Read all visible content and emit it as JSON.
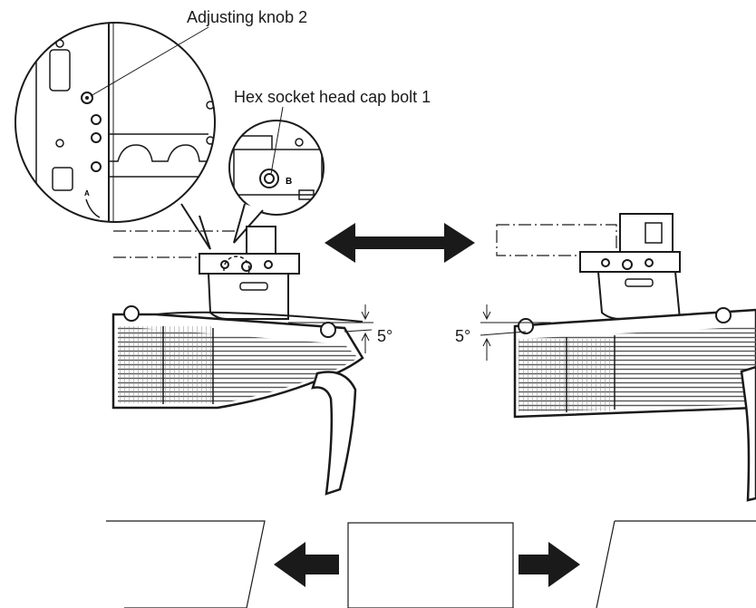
{
  "labels": {
    "adjusting_knob": "Adjusting knob 2",
    "hex_bolt": "Hex socket head cap bolt 1",
    "angle_left": "5°",
    "angle_right": "5°",
    "mark_a": "A",
    "mark_b": "B"
  },
  "colors": {
    "ink": "#1a1a1a",
    "body_fill": "#ffffff",
    "grille": "#555555"
  },
  "icons": {
    "double_arrow": "double-arrow-icon",
    "left_arrow": "left-arrow-icon",
    "right_arrow": "right-arrow-icon"
  }
}
